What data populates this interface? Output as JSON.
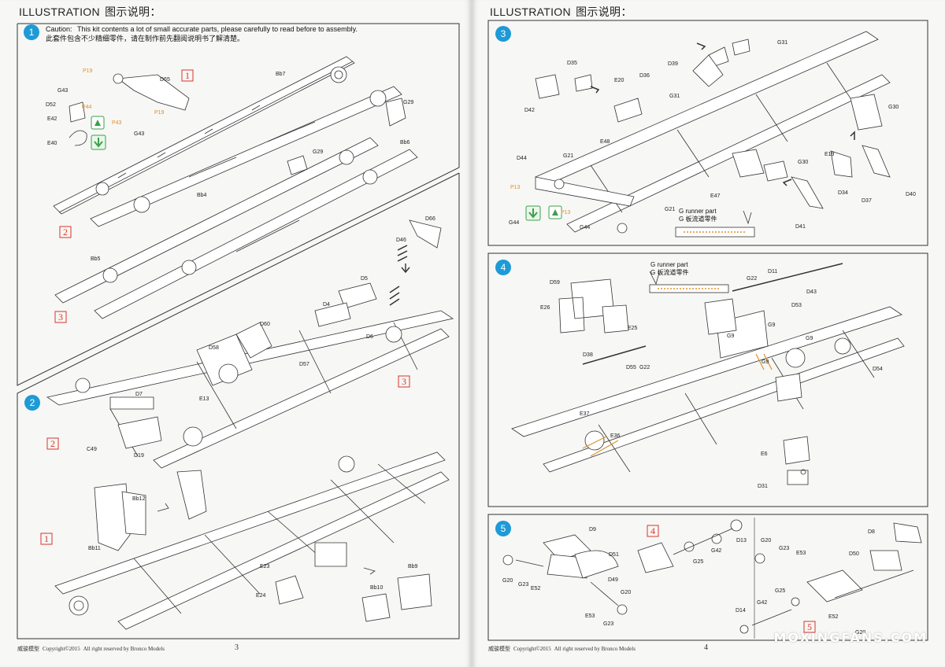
{
  "left_page": {
    "title": "ILLUSTRATION",
    "title_cn": "图示说明：",
    "caution_label": "Caution:",
    "caution_en": "This kit contents a lot of small accurate parts, please carefully to read before to assembly.",
    "caution_cn": "此套件包含不少精细零件，请在制作前先翻阅说明书了解清楚。",
    "footer_brand": "威骏模型",
    "footer_copyright": "Copyright©2015",
    "footer_rights": "All right reserved by Bronco Models",
    "page_number": "3",
    "steps": [
      "1",
      "2"
    ],
    "part_labels": {
      "p19a": "P19",
      "g43a": "G43",
      "d65": "D65",
      "bb7": "Bb7",
      "d52": "D52",
      "p44": "P44",
      "p43": "P43",
      "e42": "E42",
      "g43b": "G43",
      "p19b": "P19",
      "g29a": "G29",
      "e40": "E40",
      "g29b": "G29",
      "bb6": "Bb6",
      "bb4": "Bb4",
      "bb5": "Bb5",
      "d66": "D66",
      "d46": "D46",
      "d5": "D5",
      "d4": "D4",
      "d60": "D60",
      "d6": "D6",
      "d58": "D58",
      "d57": "D57",
      "e13": "E13",
      "d7": "D7",
      "c49": "C49",
      "d19": "D19",
      "bb12": "Bb12",
      "bb11": "Bb11",
      "e23": "E23",
      "e24": "E24",
      "bb9": "Bb9",
      "bb10": "Bb10"
    },
    "callouts": {
      "c1": "1",
      "c2": "2",
      "c3": "3",
      "c4": "2",
      "c5": "3",
      "c6": "1"
    }
  },
  "right_page": {
    "title": "ILLUSTRATION",
    "title_cn": "图示说明：",
    "footer_brand": "威骏模型",
    "footer_copyright": "Copyright©2015",
    "footer_rights": "All right reserved by Bronco Models",
    "page_number": "4",
    "steps": [
      "3",
      "4",
      "5"
    ],
    "runner_note_en": "G runner part",
    "runner_note_cn": "G 板流道零件",
    "part_labels": {
      "d35": "D35",
      "g31a": "G31",
      "e20": "E20",
      "d36": "D36",
      "d39": "D39",
      "d42": "D42",
      "g31b": "G31",
      "g30a": "G30",
      "e48": "E48",
      "g21a": "G21",
      "g30b": "G30",
      "e19": "E19",
      "d44": "D44",
      "p13a": "P13",
      "e47": "E47",
      "g21b": "G21",
      "d34": "D34",
      "d37": "D37",
      "d40": "D40",
      "g44a": "G44",
      "p13b": "P13",
      "g44b": "G44",
      "d41": "D41",
      "d59": "D59",
      "g22a": "G22",
      "d11": "D11",
      "d43": "D43",
      "e26": "E26",
      "d53": "D53",
      "e25": "E25",
      "g9a": "G9",
      "g9b": "G9",
      "g9c": "G9",
      "d38": "D38",
      "d55": "D55",
      "g22b": "G22",
      "g9d": "G9",
      "d54": "D54",
      "e37": "E37",
      "e36": "E36",
      "e6": "E6",
      "d31": "D31",
      "d9": "D9",
      "d51": "D51",
      "d49": "D49",
      "g20a": "G20",
      "g23a": "G23",
      "e52a": "E52",
      "e53a": "E53",
      "g23b": "G23",
      "g20b": "G20",
      "g25a": "G25",
      "g42a": "G42",
      "d13": "D13",
      "g20c": "G20",
      "g23c": "G23",
      "e53b": "E53",
      "d8": "D8",
      "d50": "D50",
      "g25b": "G25",
      "d14": "D14",
      "g42b": "G42",
      "e52b": "E52",
      "g20d": "G20"
    },
    "callouts": {
      "c4": "4",
      "c5": "5"
    }
  },
  "watermark": "MOXINGFANS.COM",
  "colors": {
    "step_circle": "#1e9ad6",
    "callout_red": "#d9342a",
    "part_orange": "#e0902a",
    "icon_green": "#3aa04a",
    "line": "#333333"
  }
}
